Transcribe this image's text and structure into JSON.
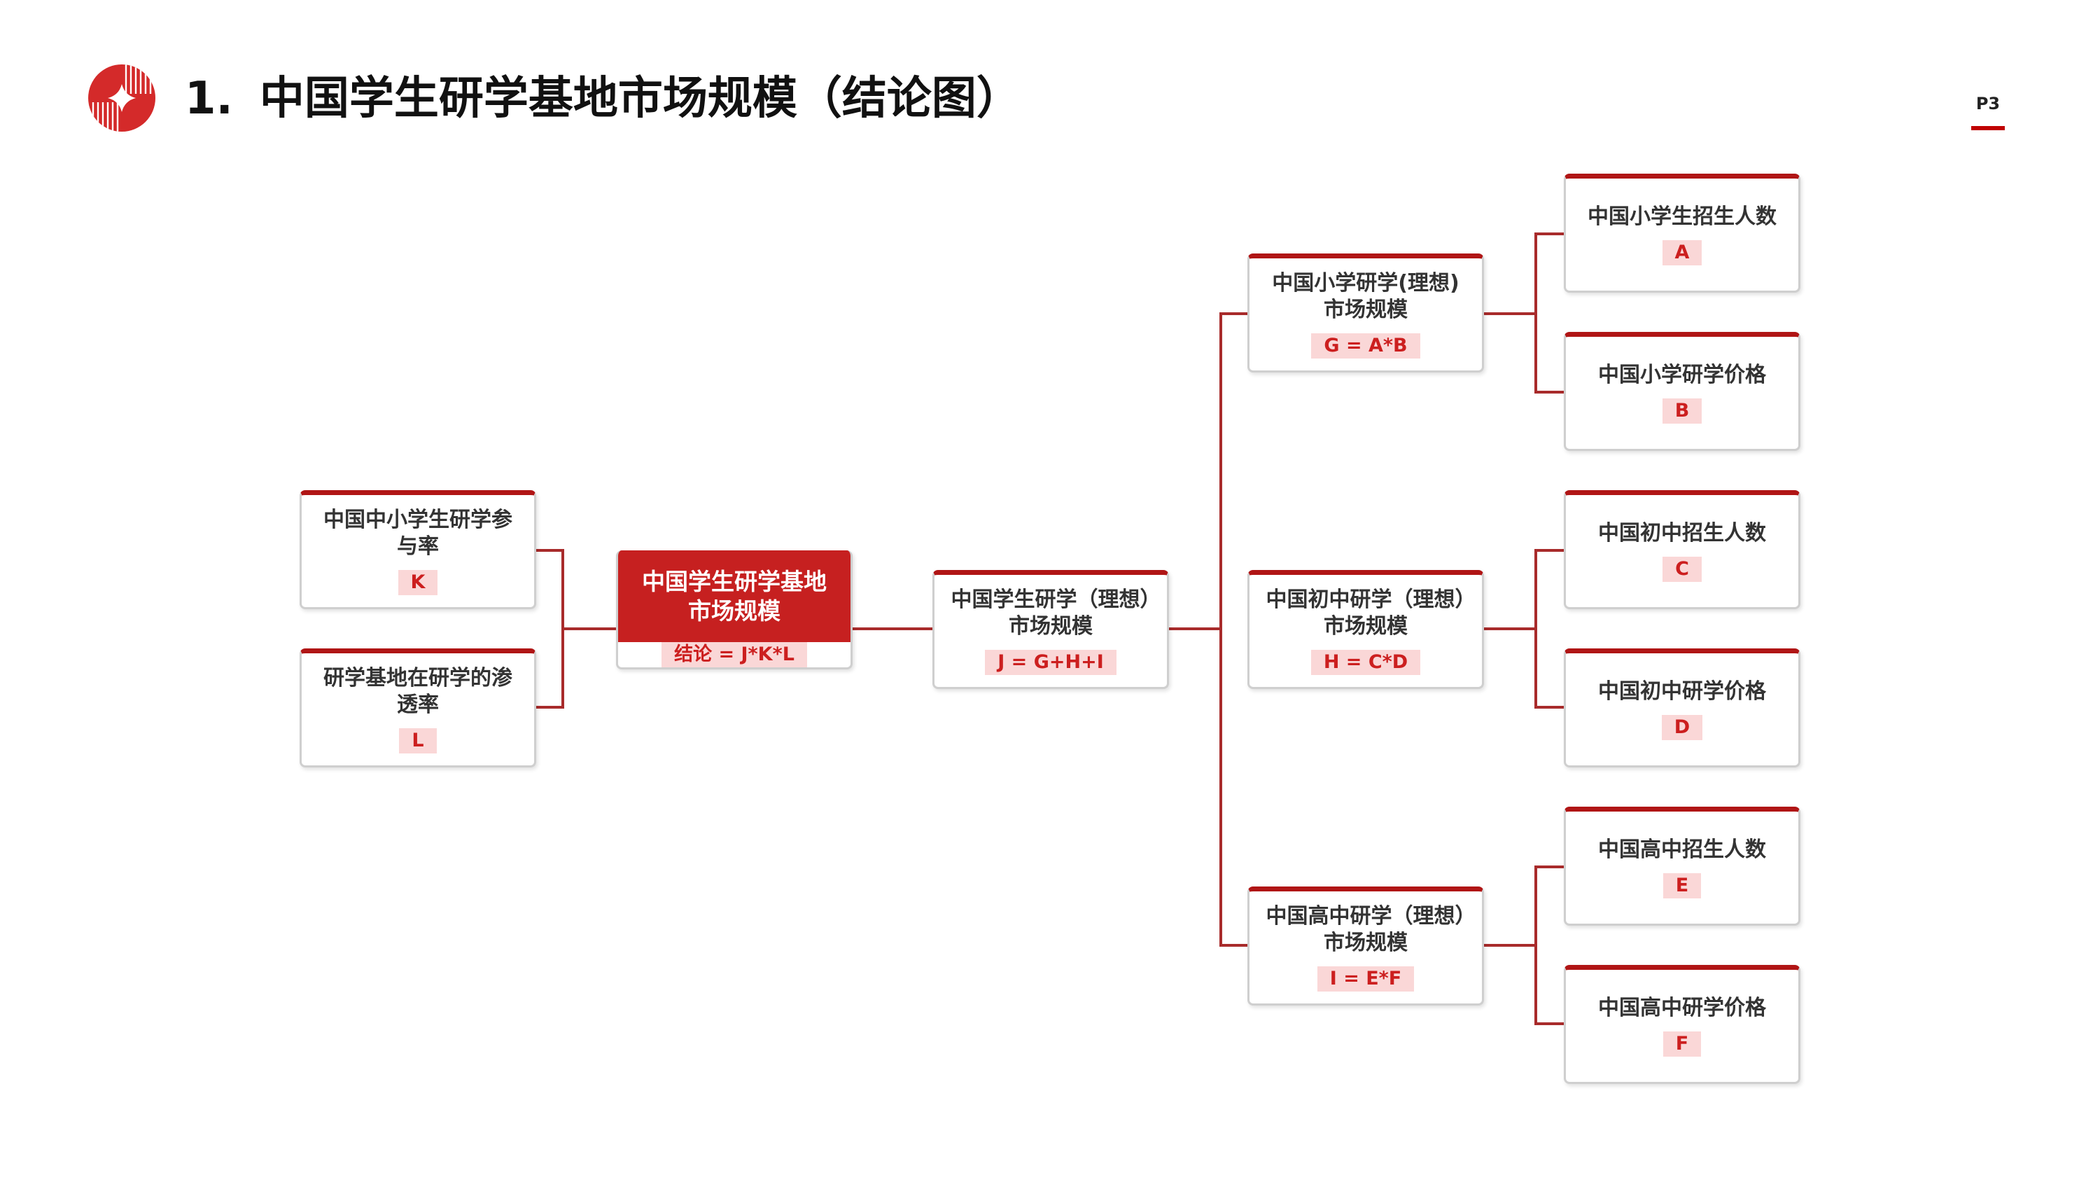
{
  "header": {
    "number": "1.",
    "title": "中国学生研学基地市场规模（结论图）",
    "page": "P3"
  },
  "colors": {
    "accent": "#c00000",
    "root_fill": "#c62020",
    "formula_text": "#cc1f1f",
    "formula_bg": "#fad7d7",
    "connector": "#a82b2b"
  },
  "diagram": {
    "root": {
      "label": "中国学生研学基地市场规模",
      "formula": "结论 = J*K*L"
    },
    "participation": {
      "label": "中国中小学生研学参与率",
      "formula": "K"
    },
    "penetration": {
      "label": "研学基地在研学的渗透率",
      "formula": "L"
    },
    "total": {
      "label": "中国学生研学（理想）市场规模",
      "formula": "J = G+H+I"
    },
    "primary": {
      "label": "中国小学研学(理想)市场规模",
      "formula": "G = A*B"
    },
    "junior": {
      "label": "中国初中研学（理想）市场规模",
      "formula": "H = C*D"
    },
    "senior": {
      "label": "中国高中研学（理想）市场规模",
      "formula": "I = E*F"
    },
    "primary_enroll": {
      "label": "中国小学生招生人数",
      "formula": "A"
    },
    "primary_price": {
      "label": "中国小学研学价格",
      "formula": "B"
    },
    "junior_enroll": {
      "label": "中国初中招生人数",
      "formula": "C"
    },
    "junior_price": {
      "label": "中国初中研学价格",
      "formula": "D"
    },
    "senior_enroll": {
      "label": "中国高中招生人数",
      "formula": "E"
    },
    "senior_price": {
      "label": "中国高中研学价格",
      "formula": "F"
    }
  }
}
